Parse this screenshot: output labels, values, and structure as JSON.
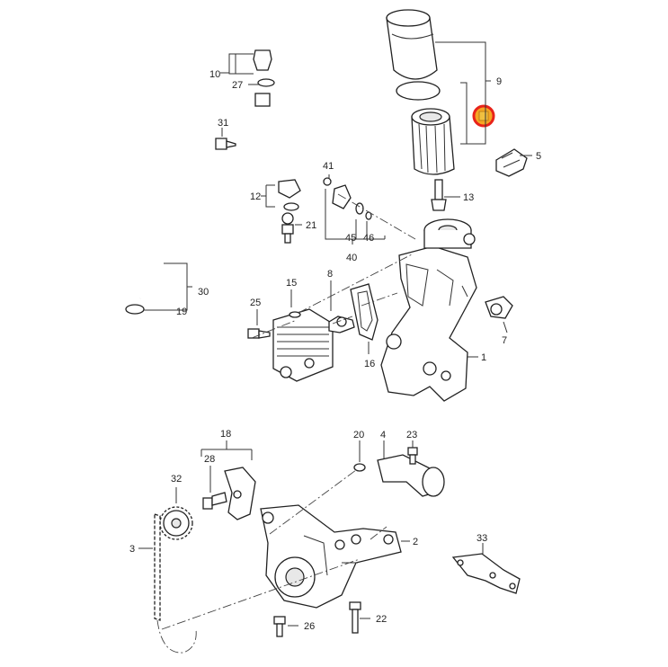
{
  "callouts": {
    "c1": "1",
    "c2": "2",
    "c3": "3",
    "c4": "4",
    "c5": "5",
    "c7": "7",
    "c8": "8",
    "c9": "9",
    "c10": "10",
    "c12": "12",
    "c13": "13",
    "c15": "15",
    "c16": "16",
    "c18": "18",
    "c19": "19",
    "c20": "20",
    "c21": "21",
    "c22": "22",
    "c23": "23",
    "c25": "25",
    "c26": "26",
    "c27": "27",
    "c28": "28",
    "c30": "30",
    "c31": "31",
    "c32": "32",
    "c33": "33",
    "c40": "40",
    "c41": "41",
    "c45": "45",
    "c46": "46"
  },
  "highlight": {
    "color": "#f5a623",
    "ring": "#e8231a"
  }
}
